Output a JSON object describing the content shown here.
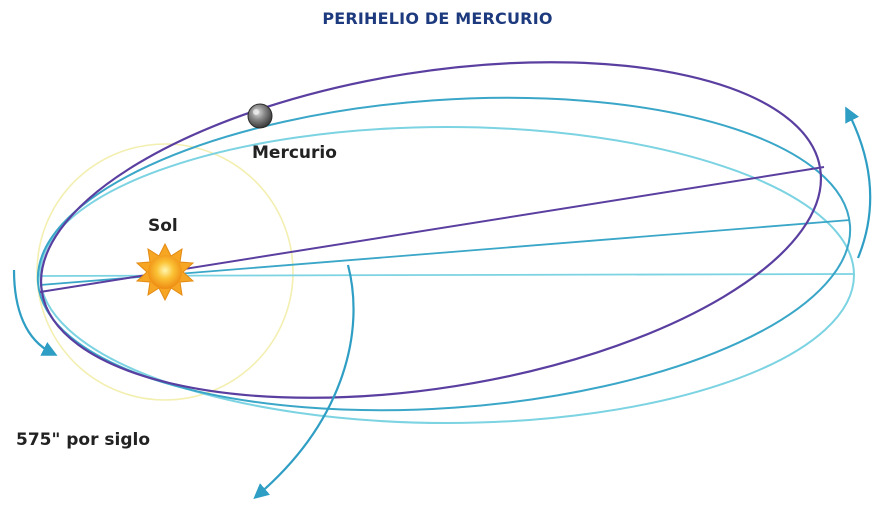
{
  "title": "PERIHELIO DE MERCURIO",
  "labels": {
    "mercury": "Mercurio",
    "sun": "Sol",
    "precession_rate": "575\" por siglo"
  },
  "colors": {
    "title": "#1d3a7e",
    "orbit_current": "#5a3fa0",
    "orbit_previous_1": "#3aa6c8",
    "orbit_previous_2": "#7cd3e2",
    "arrows": "#2f9ec4",
    "sun": "#f6a623",
    "sun_halo": "#f3efb0",
    "mercury": "#555555",
    "text": "#222222"
  },
  "icons": {
    "sun": "sun-icon",
    "mercury": "planet-icon"
  }
}
